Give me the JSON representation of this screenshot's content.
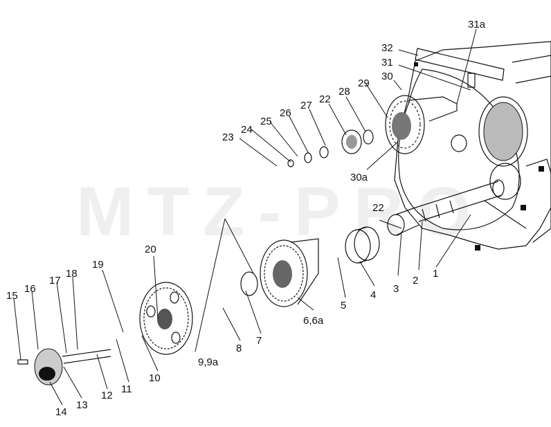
{
  "watermark": "MTZ-PRO",
  "callouts": [
    {
      "id": "31a",
      "text": "31a"
    },
    {
      "id": "32",
      "text": "32"
    },
    {
      "id": "31",
      "text": "31"
    },
    {
      "id": "30",
      "text": "30"
    },
    {
      "id": "29",
      "text": "29"
    },
    {
      "id": "28",
      "text": "28"
    },
    {
      "id": "22a",
      "text": "22"
    },
    {
      "id": "27",
      "text": "27"
    },
    {
      "id": "26",
      "text": "26"
    },
    {
      "id": "25",
      "text": "25"
    },
    {
      "id": "24",
      "text": "24"
    },
    {
      "id": "23",
      "text": "23"
    },
    {
      "id": "30a",
      "text": "30a"
    },
    {
      "id": "22b",
      "text": "22"
    },
    {
      "id": "1",
      "text": "1"
    },
    {
      "id": "2",
      "text": "2"
    },
    {
      "id": "3",
      "text": "3"
    },
    {
      "id": "4",
      "text": "4"
    },
    {
      "id": "5",
      "text": "5"
    },
    {
      "id": "6",
      "text": "6,6a"
    },
    {
      "id": "7",
      "text": "7"
    },
    {
      "id": "8",
      "text": "8"
    },
    {
      "id": "9",
      "text": "9,9a"
    },
    {
      "id": "10",
      "text": "10"
    },
    {
      "id": "11",
      "text": "11"
    },
    {
      "id": "12",
      "text": "12"
    },
    {
      "id": "13",
      "text": "13"
    },
    {
      "id": "14",
      "text": "14"
    },
    {
      "id": "15",
      "text": "15"
    },
    {
      "id": "16",
      "text": "16"
    },
    {
      "id": "17",
      "text": "17"
    },
    {
      "id": "18",
      "text": "18"
    },
    {
      "id": "19",
      "text": "19"
    },
    {
      "id": "20",
      "text": "20"
    }
  ]
}
